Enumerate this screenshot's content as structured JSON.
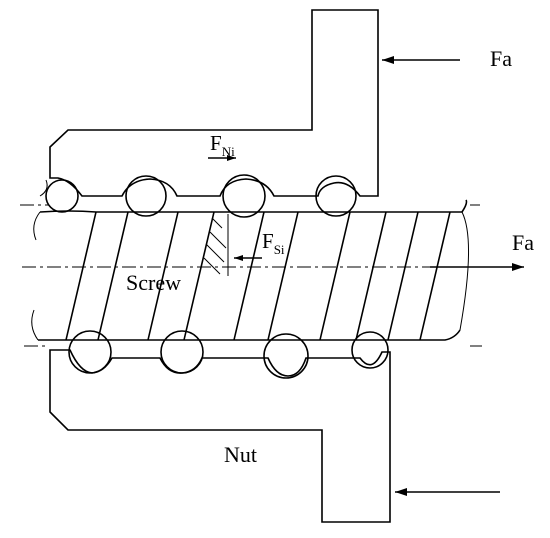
{
  "labels": {
    "force_top": "Fa",
    "force_right": "Fa",
    "normal_force_symbol": "F",
    "normal_force_sub": "Ni",
    "screw_force_symbol": "F",
    "screw_force_sub": "Si",
    "screw": "Screw",
    "nut": "Nut"
  }
}
